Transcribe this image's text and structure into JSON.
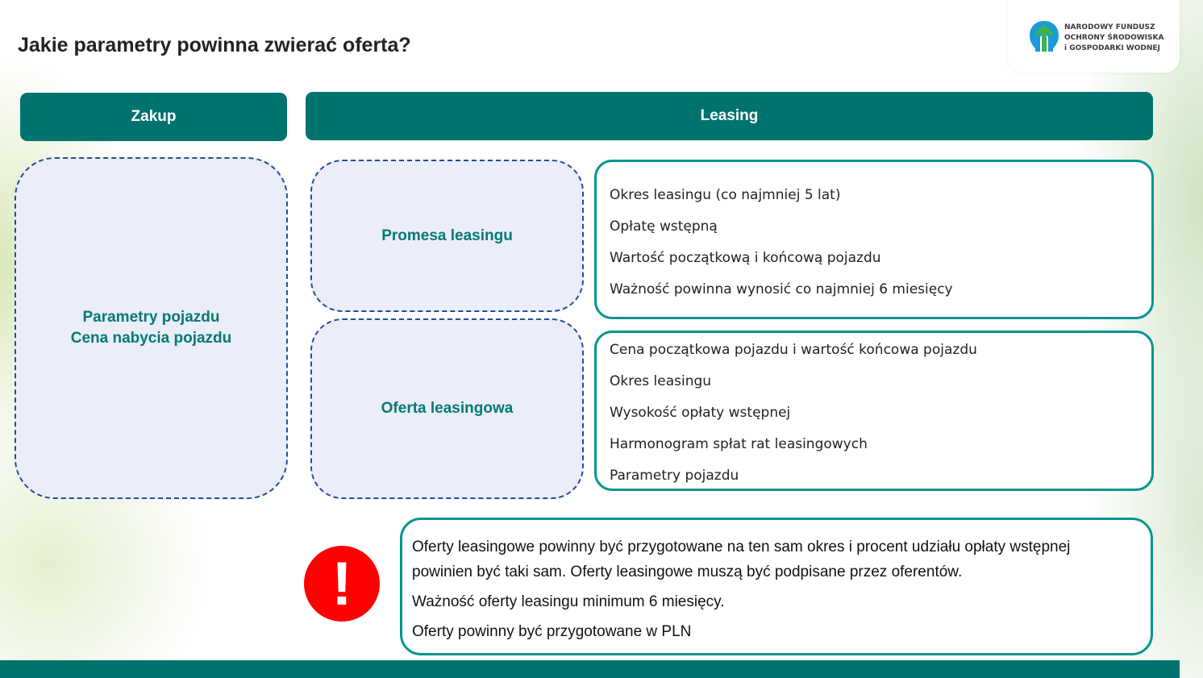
{
  "title": "Jakie parametry powinna zwierać oferta?",
  "logo": {
    "lines": [
      "NARODOWY FUNDUSZ",
      "OCHRONY ŚRODOWISKA",
      "i GOSPODARKI WODNEJ"
    ]
  },
  "zakup": {
    "header": "Zakup",
    "box_lines": [
      "Parametry pojazdu",
      "Cena nabycia pojazdu"
    ]
  },
  "leasing": {
    "header": "Leasing",
    "promesa": {
      "label": "Promesa leasingu",
      "items": [
        "Okres leasingu (co najmniej 5 lat)",
        "Opłatę wstępną",
        "Wartość początkową i końcową pojazdu",
        "Ważność powinna wynosić co najmniej 6 miesięcy"
      ]
    },
    "oferta": {
      "label": "Oferta leasingowa",
      "items": [
        "Cena początkowa pojazdu i wartość końcowa pojazdu",
        "Okres leasingu",
        "Wysokość opłaty wstępnej",
        "Harmonogram spłat rat leasingowych",
        "Parametry pojazdu"
      ]
    }
  },
  "note": {
    "icon": "exclamation-icon",
    "lines": [
      "Oferty leasingowe powinny być przygotowane na ten sam okres i procent udziału opłaty wstępnej",
      "powinien być taki sam. Oferty leasingowe muszą być podpisane przez oferentów.",
      "Ważność oferty leasingu minimum 6 miesięcy.",
      "Oferty powinny być przygotowane w PLN"
    ]
  },
  "colors": {
    "teal": "#00736f",
    "dashed": "#1f4e9a",
    "alert": "#ff0000"
  }
}
